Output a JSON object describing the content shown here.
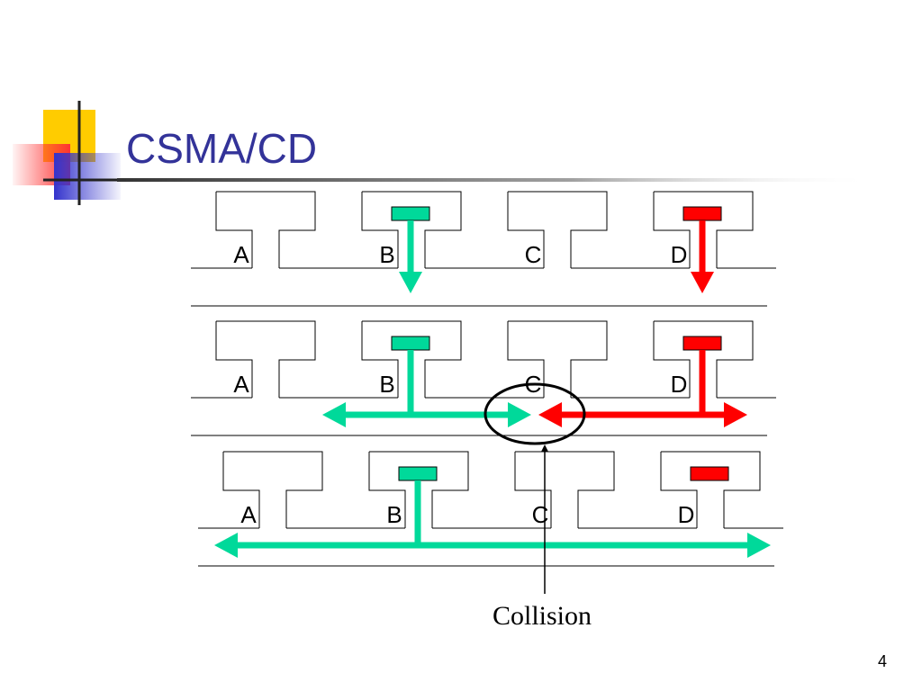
{
  "slide": {
    "title": "CSMA/CD",
    "page_number": "4"
  },
  "diagram": {
    "station_labels": [
      "A",
      "B",
      "C",
      "D"
    ],
    "collision_label": "Collision",
    "colors": {
      "station_b": "#00D99A",
      "station_d": "#FF0000",
      "title": "#333399",
      "deco_yellow": "#FFCC00",
      "deco_red": "#FF3333",
      "deco_blue": "#3333CC"
    }
  }
}
